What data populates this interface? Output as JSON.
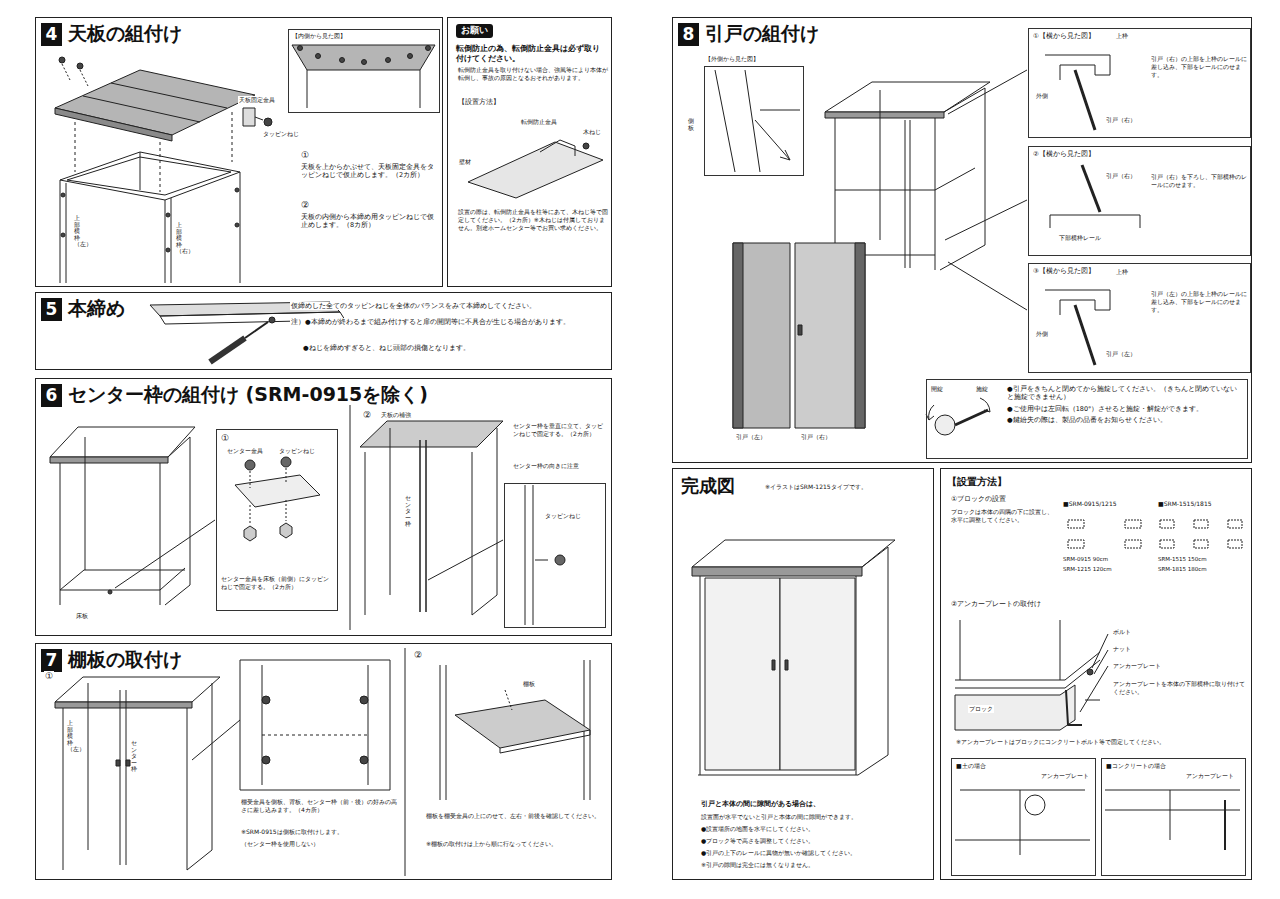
{
  "diagram": {
    "nodes": [
      {
        "text": [
          "4",
          "天板の組付け"
        ]
      },
      {
        "text": [
          "【内側から見た図】"
        ],
        "in": 0
      },
      {
        "text": [
          "お願い",
          "転倒防止の為、転倒防止金具は必ず取り付けてください。"
        ]
      },
      {
        "text": [
          "5",
          "本締め"
        ]
      },
      {
        "text": [
          "6",
          "センター枠の組付け (SRM-0915を除く)"
        ]
      },
      {
        "text": [
          "①",
          "センター金具を床板（前側）にタッピンねじで固定する。（2カ所）"
        ],
        "in": 4
      },
      {
        "text": [
          "タッピンねじ"
        ],
        "in": 4
      },
      {
        "text": [
          "7",
          "棚板の取付け"
        ]
      },
      {
        "text": [
          "8",
          "引戸の組付け"
        ]
      },
      {
        "text": [
          "【外側から見た図】"
        ],
        "in": 8
      },
      {
        "text": [
          "①【横から見た図】",
          "引戸（右）の上部を上枠のレールに差し込み、下部をレールにのせます。"
        ],
        "in": 8
      },
      {
        "text": [
          "②【横から見た図】",
          "引戸（右）を下ろし、下部横枠のレールにのせます。"
        ],
        "in": 8
      },
      {
        "text": [
          "③【横から見た図】",
          "引戸（左）の上部を上枠のレールに差し込み、下部をレールにのせます。"
        ],
        "in": 8
      },
      {
        "text": [
          "●引戸をきちんと閉めてから施錠してください。（きちんと閉めていないと施錠できません）",
          "●ご使用中は左回転（180°）させると施錠・解錠ができます。",
          "●鍵紛失の際は、製品の品番をお知らせください。"
        ],
        "in": 8
      },
      {
        "text": [
          "完成図",
          "※イラストはSRM-1215タイプです。"
        ]
      },
      {
        "text": [
          "【設置方法】"
        ]
      },
      {
        "text": [
          "■土の場合"
        ],
        "in": 15
      },
      {
        "text": [
          "■コンクリートの場合"
        ],
        "in": 15
      }
    ],
    "labels": [
      "天板固定金具",
      "タッピンねじ",
      "上部横枠（左）",
      "上部横枠（右）",
      "①",
      "天板を上からかぶせて、天板固定金具をタッピンねじで仮止めします。（2カ所）",
      "②",
      "天板の内側から本締め用タッピンねじで仮止めします。（8カ所）",
      "転倒防止金具を取り付けない場合、強風等により本体が転倒し、事故の原因となるおそれがあります。",
      "【設置方法】",
      "壁材",
      "木ねじ",
      "転倒防止金具",
      "設置の際は、転倒防止金具を柱等にあて、木ねじ等で固定してください。（2カ所）※木ねじは付属しておりません。別途ホームセンター等でお買い求めください。",
      "仮締めした全てのタッピンねじを全体のバランスをみて本締めしてください。",
      "注）●本締めが終わるまで組み付けすると扉の開閉等に不具合が生じる場合があります。",
      "●ねじを締めすぎると、ねじ頭部の損傷となります。",
      "センター金具",
      "タッピンねじ",
      "床板",
      "②",
      "天板の補強",
      "センター枠を垂直に立て、タッピンねじで固定する。（2カ所）",
      "センター枠の向きに注意",
      "センター枠",
      "①",
      "上部横枠（左）",
      "センター枠",
      "棚受金具を側板、背板、センター枠（前・後）の好みの高さに差し込みます。（4カ所）",
      "※SRM-0915は側板に取付けします。",
      "（センター枠を使用しない）",
      "②",
      "棚板",
      "棚板を棚受金具の上にのせて、左右・前後を確認してください。",
      "※棚板の取付けは上から順に行なってください。",
      "側板",
      "引戸（左）",
      "引戸（右）",
      "上枠",
      "外側",
      "引戸（右）",
      "引戸（右）",
      "下部横枠レール",
      "上枠",
      "外側",
      "引戸（左）",
      "開錠",
      "施錠",
      "引戸と本体の間に隙間がある場合は、",
      "設置面が水平でないと引戸と本体の間に隙間ができます。",
      "●設置場所の地面を水平にしてください。",
      "●ブロック等で高さを調整してください。",
      "●引戸の上下のレールに異物が無いか確認してください。",
      "※引戸の隙間は完全には無くなりません。",
      "①ブロックの設置",
      "ブロックは本体の四隅の下に設置し、水平に調整してください。",
      "■SRM-0915/1215",
      "■SRM-1515/1815",
      "SRM-0915 90cm",
      "SRM-1215 120cm",
      "SRM-1515 150cm",
      "SRM-1815 180cm",
      "②アンカープレートの取付け",
      "ボルト",
      "ナット",
      "アンカープレート",
      "アンカープレートを本体の下部横枠に取り付けてください。",
      "ブロック",
      "※アンカープレートはブロックにコンクリートボルト等で固定してください。",
      "アンカープレート",
      "アンカープレート"
    ]
  }
}
